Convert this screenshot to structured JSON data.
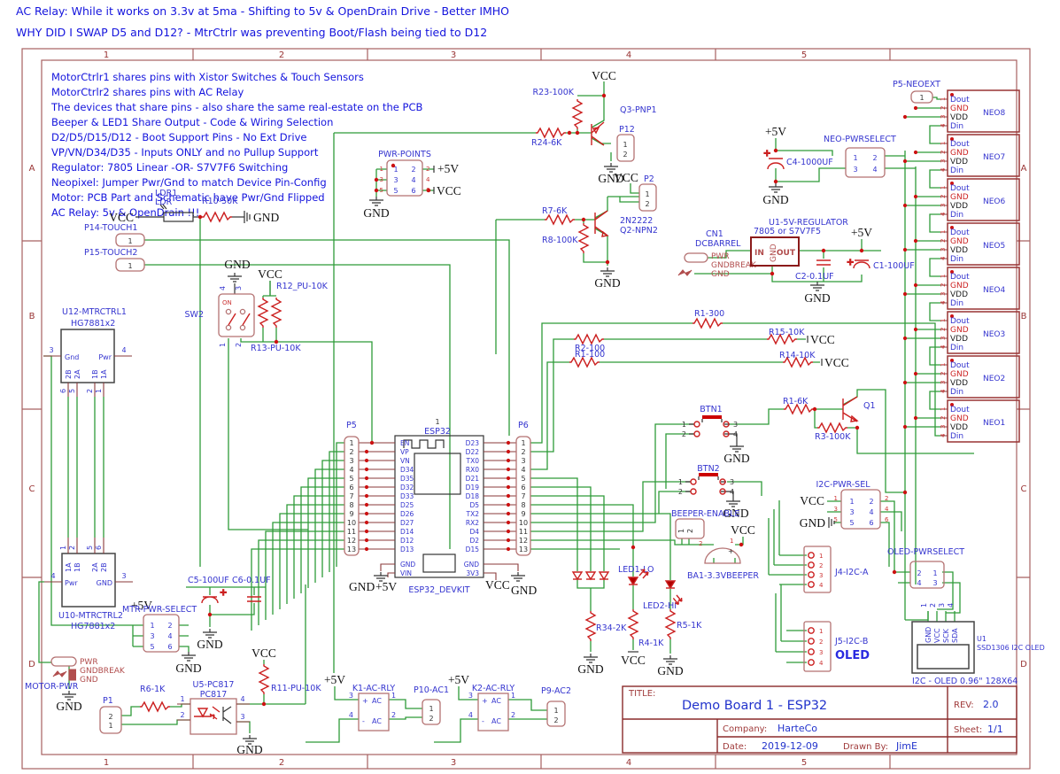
{
  "ann": {
    "l1": "AC Relay: While it works on 3.3v at 5ma - Shifting to 5v & OpenDrain Drive - Better IMHO",
    "l2": "WHY DID I SWAP D5 and D12? - MtrCtrlr was preventing Boot/Flash being tied to D12"
  },
  "notes": [
    "MotorCtrlr1 shares pins with Xistor Switches & Touch Sensors",
    "MotorCtrlr2 shares pins with AC Relay",
    "The devices that share pins - also share the same real-estate on the PCB",
    "Beeper & LED1 Share Output - Code & Wiring Selection",
    "D2/D5/D15/D12 - Boot Support Pins - No Ext Drive",
    "VP/VN/D34/D35 - Inputs ONLY and no Pullup Support",
    "Regulator: 7805 Linear -OR- S7V7F6 Switching",
    "Neopixel: Jumper Pwr/Gnd to match Device Pin-Config",
    "Motor: PCB Part and Schematic have Pwr/Gnd Flipped",
    "AC Relay: 5v & OpenDrain !!!"
  ],
  "frame": {
    "cols": [
      "1",
      "2",
      "3",
      "4",
      "5"
    ],
    "rows": [
      "A",
      "B",
      "C",
      "D"
    ]
  },
  "n13": [
    "1",
    "2",
    "3",
    "4",
    "5",
    "6",
    "7",
    "8",
    "9",
    "10",
    "11",
    "12",
    "13"
  ],
  "n6": [
    "1",
    "2",
    "3",
    "4",
    "5",
    "6"
  ],
  "esp": {
    "des": "1",
    "name": "ESP32",
    "fp": "ESP32_DEVKIT",
    "p5": "P5",
    "p6": "P6",
    "left": [
      "EN",
      "VP",
      "VN",
      "D34",
      "D35",
      "D32",
      "D33",
      "D25",
      "D26",
      "D27",
      "D14",
      "D12",
      "D13",
      "GND",
      "VIN"
    ],
    "right": [
      "D23",
      "D22",
      "TX0",
      "RX0",
      "D21",
      "D19",
      "D18",
      "D5",
      "TX2",
      "RX2",
      "D4",
      "D2",
      "D15",
      "GND",
      "3V3"
    ]
  },
  "neo": {
    "sel": "NEO-PWRSELECT",
    "ext": "P5-NEOEXT",
    "mod": [
      "NEO8",
      "NEO7",
      "NEO6",
      "NEO5",
      "NEO4",
      "NEO3",
      "NEO2",
      "NEO1"
    ],
    "pins": [
      "Dout",
      "GND",
      "VDD",
      "Din"
    ]
  },
  "oled": {
    "u1": "U1",
    "chip": "SSD1306 I2C OLED",
    "cap": "I2C - OLED 0.96\" 128X64",
    "pins": [
      "GND",
      "VCC",
      "SCK",
      "SDA"
    ],
    "sel": "OLED-PWRSELECT",
    "j4": "J4-I2C-A",
    "j5": "J5-I2C-B",
    "big": "OLED",
    "i2c": "I2C-PWR-SEL"
  },
  "mc": {
    "u12": "U12-MTRCTRL1",
    "u10": "U10-MTRCTRL2",
    "hg": "HG7881x2",
    "gndl": "Gnd",
    "pwrl": "Pwr",
    "gndu": "GND",
    "u12p": [
      "2B",
      "2A",
      "1B",
      "1A"
    ],
    "u12n": [
      "6",
      "5",
      "2",
      "1"
    ],
    "u10p": [
      "1A",
      "1B",
      "2A",
      "2B"
    ],
    "u10n": [
      "1",
      "2",
      "5",
      "6"
    ],
    "n3": "3",
    "n4": "4"
  },
  "nets": {
    "vcc": "VCC",
    "gnd": "GND",
    "p5v": "+5V",
    "plus": "+",
    "minus": "-",
    "ac": "AC",
    "pwr": "PWR",
    "gndbreak": "GNDBREAK",
    "inp": "IN",
    "outp": "OUT",
    "on": "ON"
  },
  "p": {
    "pwrpoints": "PWR-POINTS",
    "r10": "R10-50K",
    "ldr1": "LDR1",
    "ldr": "LDR",
    "p14": "P14-TOUCH1",
    "p15": "P15-TOUCH2",
    "sw2": "SW2",
    "r12": "R12_PU-10K",
    "r13": "R13-PU-10K",
    "mtrsel": "MTR-PWR-SELECT",
    "c5": "C5-100UF",
    "c6": "C6-0.1UF",
    "motorpwr": "MOTOR-PWR",
    "p1": "P1",
    "r6": "R6-1K",
    "u5": "U5-PC817",
    "pc817": "PC817",
    "r11": "R11-PU-10K",
    "k1": "K1-AC-RLY",
    "p10": "P10-AC1",
    "k2": "K2-AC-RLY",
    "p9": "P9-AC2",
    "r23": "R23-100K",
    "r24": "R24-6K",
    "q3": "Q3-PNP1",
    "p12": "P12",
    "r7": "R7-6K",
    "r8": "R8-100K",
    "q2n": "2N2222",
    "q2": "Q2-NPN2",
    "p2": "P2",
    "cn1": "CN1",
    "dcb": "DCBARREL",
    "u1reg": "U1-5V-REGULATOR",
    "regsub": "7805 or S7V7F5",
    "c2": "C2-0.1UF",
    "c1": "C1-100UF",
    "c4": "C4-1000UF",
    "r1_300": "R1-300",
    "r15": "R15-10K",
    "r14": "R14-10K",
    "r2_100": "R2-100",
    "r1_100": "R1-100",
    "btn1": "BTN1",
    "btn2": "BTN2",
    "r1_6k": "R1-6K",
    "q1": "Q1",
    "r3": "R3-100K",
    "been": "BEEPER-ENABLE",
    "ba1": "BA1-3.3VBEEPER",
    "led1": "LED1-LO",
    "led2": "LED2-HI",
    "r34": "R34-2K",
    "r4": "R4-1K",
    "r5": "R5-1K"
  },
  "tb": {
    "title_l": "TITLE:",
    "title": "Demo Board 1 - ESP32",
    "rev_l": "REV:",
    "rev": "2.0",
    "co_l": "Company:",
    "co": "HarteCo",
    "sheet_l": "Sheet:",
    "sheet": "1/1",
    "date_l": "Date:",
    "date": "2019-12-09",
    "drawn_l": "Drawn By:",
    "drawn": "JimE"
  }
}
